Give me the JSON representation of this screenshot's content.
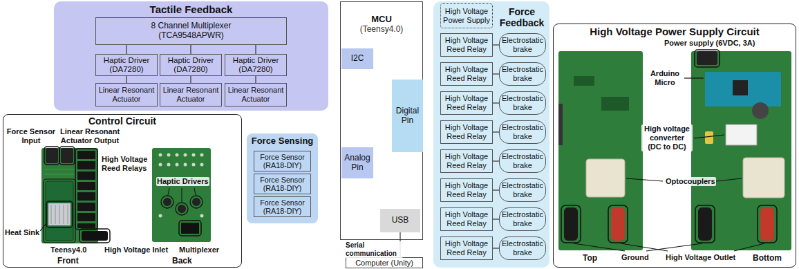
{
  "diagram": {
    "nodes": [
      {
        "text": [
          "Tactile Feedback"
        ]
      },
      {
        "text": [
          "8 Channel Multiplexer",
          "(TCA9548APWR)"
        ],
        "in": 0
      },
      {
        "text": [
          "Haptic Driver",
          "(DA7280)"
        ],
        "in": 0
      },
      {
        "text": [
          "Haptic Driver",
          "(DA7280)"
        ],
        "in": 0
      },
      {
        "text": [
          "Haptic Driver",
          "(DA7280)"
        ],
        "in": 0
      },
      {
        "text": [
          "Linear Resonant Actuator"
        ],
        "in": 0
      },
      {
        "text": [
          "Linear Resonant Actuator"
        ],
        "in": 0
      },
      {
        "text": [
          "Linear Resonant Actuator"
        ],
        "in": 0
      },
      {
        "text": [
          "Control Circuit"
        ]
      },
      {
        "text": [
          "Force Sensing"
        ]
      },
      {
        "text": [
          "Force Sensor",
          "(RA18-DIY)"
        ],
        "in": 9
      },
      {
        "text": [
          "Force Sensor",
          "(RA18-DIY)"
        ],
        "in": 9
      },
      {
        "text": [
          "Force Sensor",
          "(RA18-DIY)"
        ],
        "in": 9
      },
      {
        "text": [
          "MCU",
          "(Teensy4.0)"
        ]
      },
      {
        "text": [
          "I2C"
        ],
        "in": 13
      },
      {
        "text": [
          "Digital Pin"
        ],
        "in": 13
      },
      {
        "text": [
          "Analog Pin"
        ],
        "in": 13
      },
      {
        "text": [
          "USB"
        ],
        "in": 13
      },
      {
        "text": [
          "Computer (Unity)"
        ]
      },
      {
        "text": [
          "Force Feedback"
        ]
      },
      {
        "text": [
          "High Voltage Power Supply"
        ],
        "in": 19
      },
      {
        "text": [
          "High Voltage Reed Relay"
        ],
        "in": 19
      },
      {
        "text": [
          "Electrostatic brake"
        ],
        "in": 19
      },
      {
        "text": [
          "High Voltage Reed Relay"
        ],
        "in": 19
      },
      {
        "text": [
          "Electrostatic brake"
        ],
        "in": 19
      },
      {
        "text": [
          "High Voltage Reed Relay"
        ],
        "in": 19
      },
      {
        "text": [
          "Electrostatic brake"
        ],
        "in": 19
      },
      {
        "text": [
          "High Voltage Reed Relay"
        ],
        "in": 19
      },
      {
        "text": [
          "Electrostatic brake"
        ],
        "in": 19
      },
      {
        "text": [
          "High Voltage Reed Relay"
        ],
        "in": 19
      },
      {
        "text": [
          "Electrostatic brake"
        ],
        "in": 19
      },
      {
        "text": [
          "High Voltage Reed Relay"
        ],
        "in": 19
      },
      {
        "text": [
          "Electrostatic brake"
        ],
        "in": 19
      },
      {
        "text": [
          "High Voltage Reed Relay"
        ],
        "in": 19
      },
      {
        "text": [
          "Electrostatic brake"
        ],
        "in": 19
      },
      {
        "text": [
          "High Voltage Reed Relay"
        ],
        "in": 19
      },
      {
        "text": [
          "Electrostatic brake"
        ],
        "in": 19
      },
      {
        "text": [
          "High Voltage Power Supply Circuit"
        ]
      }
    ],
    "edges": [
      {
        "from": 1,
        "to": 2,
        "arrow": "none"
      },
      {
        "from": 1,
        "to": 3,
        "arrow": "none"
      },
      {
        "from": 1,
        "to": 4,
        "arrow": "none"
      },
      {
        "from": 2,
        "to": 5,
        "arrow": "none"
      },
      {
        "from": 3,
        "to": 6,
        "arrow": "none"
      },
      {
        "from": 4,
        "to": 7,
        "arrow": "none"
      },
      {
        "from": 17,
        "to": 18,
        "arrow": "none"
      },
      {
        "from": 21,
        "to": 22,
        "arrow": "none"
      },
      {
        "from": 23,
        "to": 24,
        "arrow": "none"
      },
      {
        "from": 25,
        "to": 26,
        "arrow": "none"
      },
      {
        "from": 27,
        "to": 28,
        "arrow": "none"
      },
      {
        "from": 29,
        "to": 30,
        "arrow": "none"
      },
      {
        "from": 31,
        "to": 32,
        "arrow": "none"
      },
      {
        "from": 33,
        "to": 34,
        "arrow": "none"
      },
      {
        "from": 35,
        "to": 36,
        "arrow": "none"
      }
    ],
    "labels": [
      "Force Sensor Input",
      "Linear Resonant Actuator Output",
      "High Voltage Reed Relays",
      "Haptic Drivers",
      "Heat Sink",
      "Teensy4.0",
      "High Voltage Inlet",
      "Multiplexer",
      "Front",
      "Back",
      "Serial communication",
      "Power supply (6VDC, 3A)",
      "Arduino Micro",
      "High voltage converter (DC to DC)",
      "Optocouplers",
      "Ground",
      "High Voltage Outlet",
      "Top",
      "Bottom"
    ]
  }
}
